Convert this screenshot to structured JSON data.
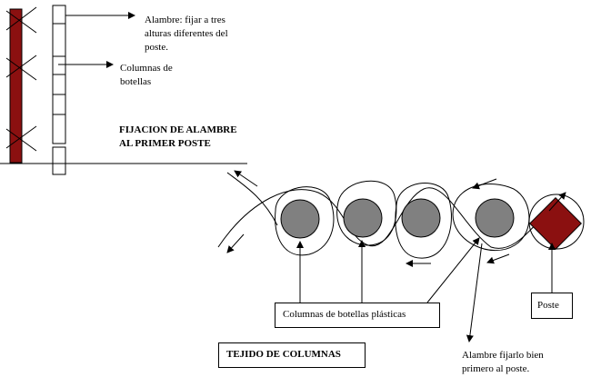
{
  "colors": {
    "post": "#8b1010",
    "bottle": "#808080",
    "stroke": "#000000"
  },
  "labels": {
    "wire_note": "Alambre: fijar a tres alturas diferentes del poste.",
    "bottle_columns": "Columnas de botellas",
    "fixing_title": "FIJACION DE ALAMBRE AL PRIMER POSTE",
    "plastic_bottle_columns": "Columnas de botellas plásticas",
    "post": "Poste",
    "weave_title": "TEJIDO DE COLUMNAS",
    "wire_fix_note": "Alambre fijarlo bien primero al poste."
  }
}
